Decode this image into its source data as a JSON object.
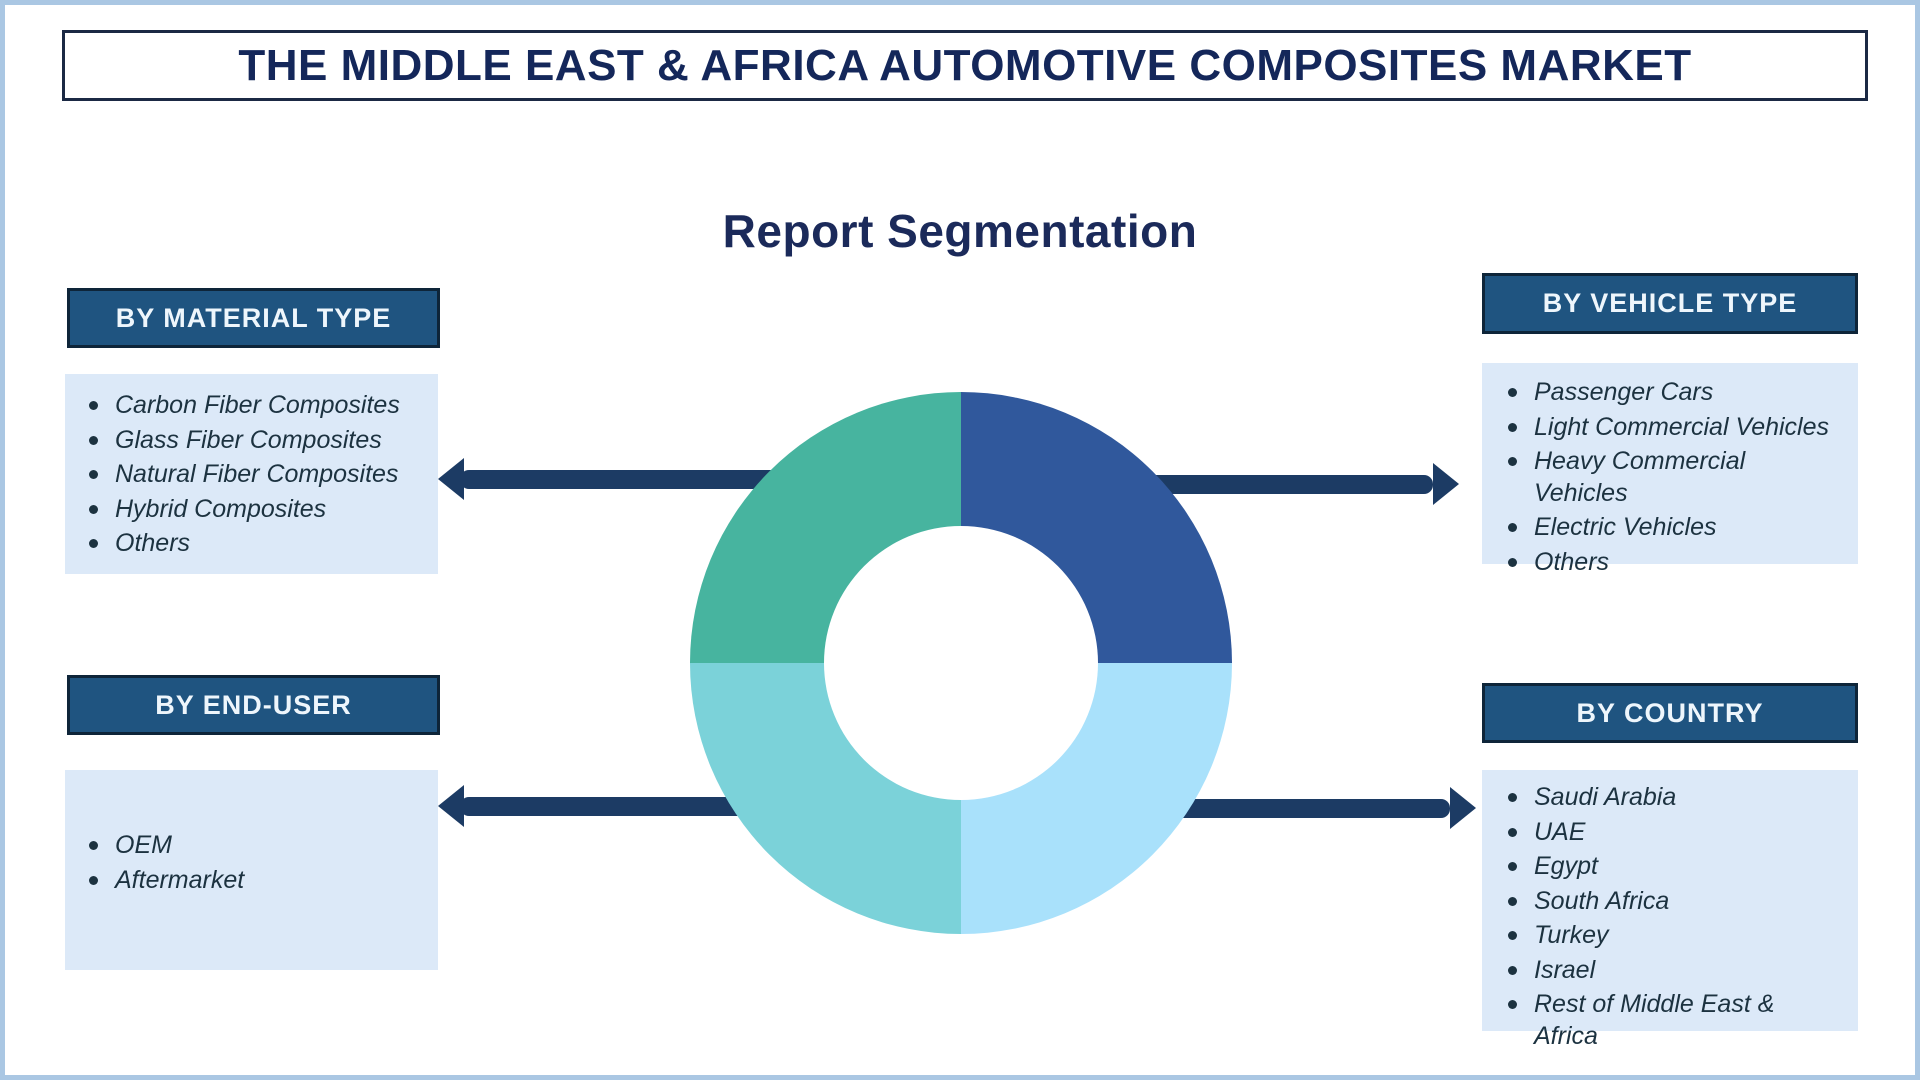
{
  "page": {
    "title": "THE MIDDLE EAST & AFRICA AUTOMOTIVE COMPOSITES MARKET",
    "subtitle": "Report Segmentation"
  },
  "sections": {
    "material": {
      "header": "BY MATERIAL TYPE",
      "items": [
        "Carbon Fiber Composites",
        "Glass Fiber Composites",
        "Natural Fiber Composites",
        "Hybrid Composites",
        "Others"
      ]
    },
    "vehicle": {
      "header": "BY VEHICLE TYPE",
      "items": [
        "Passenger Cars",
        "Light Commercial Vehicles",
        "Heavy Commercial\nVehicles",
        "Electric Vehicles",
        "Others"
      ]
    },
    "enduser": {
      "header": "BY END-USER",
      "items": [
        "OEM",
        "Aftermarket"
      ]
    },
    "country": {
      "header": "BY COUNTRY",
      "items": [
        "Saudi Arabia",
        "UAE",
        "Egypt",
        "South Africa",
        "Turkey",
        "Israel",
        "Rest of Middle East &\nAfrica"
      ]
    }
  },
  "donut": {
    "segments": [
      {
        "position": "top-right",
        "color": "#30589c",
        "value": 25
      },
      {
        "position": "bottom-right",
        "color": "#a9e1fb",
        "value": 25
      },
      {
        "position": "bottom-left",
        "color": "#7bd2d9",
        "value": 25
      },
      {
        "position": "top-left",
        "color": "#47b49f",
        "value": 25
      }
    ],
    "hole_color": "#ffffff"
  },
  "colors": {
    "page_border": "#aac7e3",
    "title_text": "#14275a",
    "header_bg": "#1f5480",
    "header_border": "#0e2539",
    "header_text": "#eef6fc",
    "list_bg": "#dce9f8",
    "list_text": "#1c3240",
    "arrow": "#1c3b64"
  }
}
